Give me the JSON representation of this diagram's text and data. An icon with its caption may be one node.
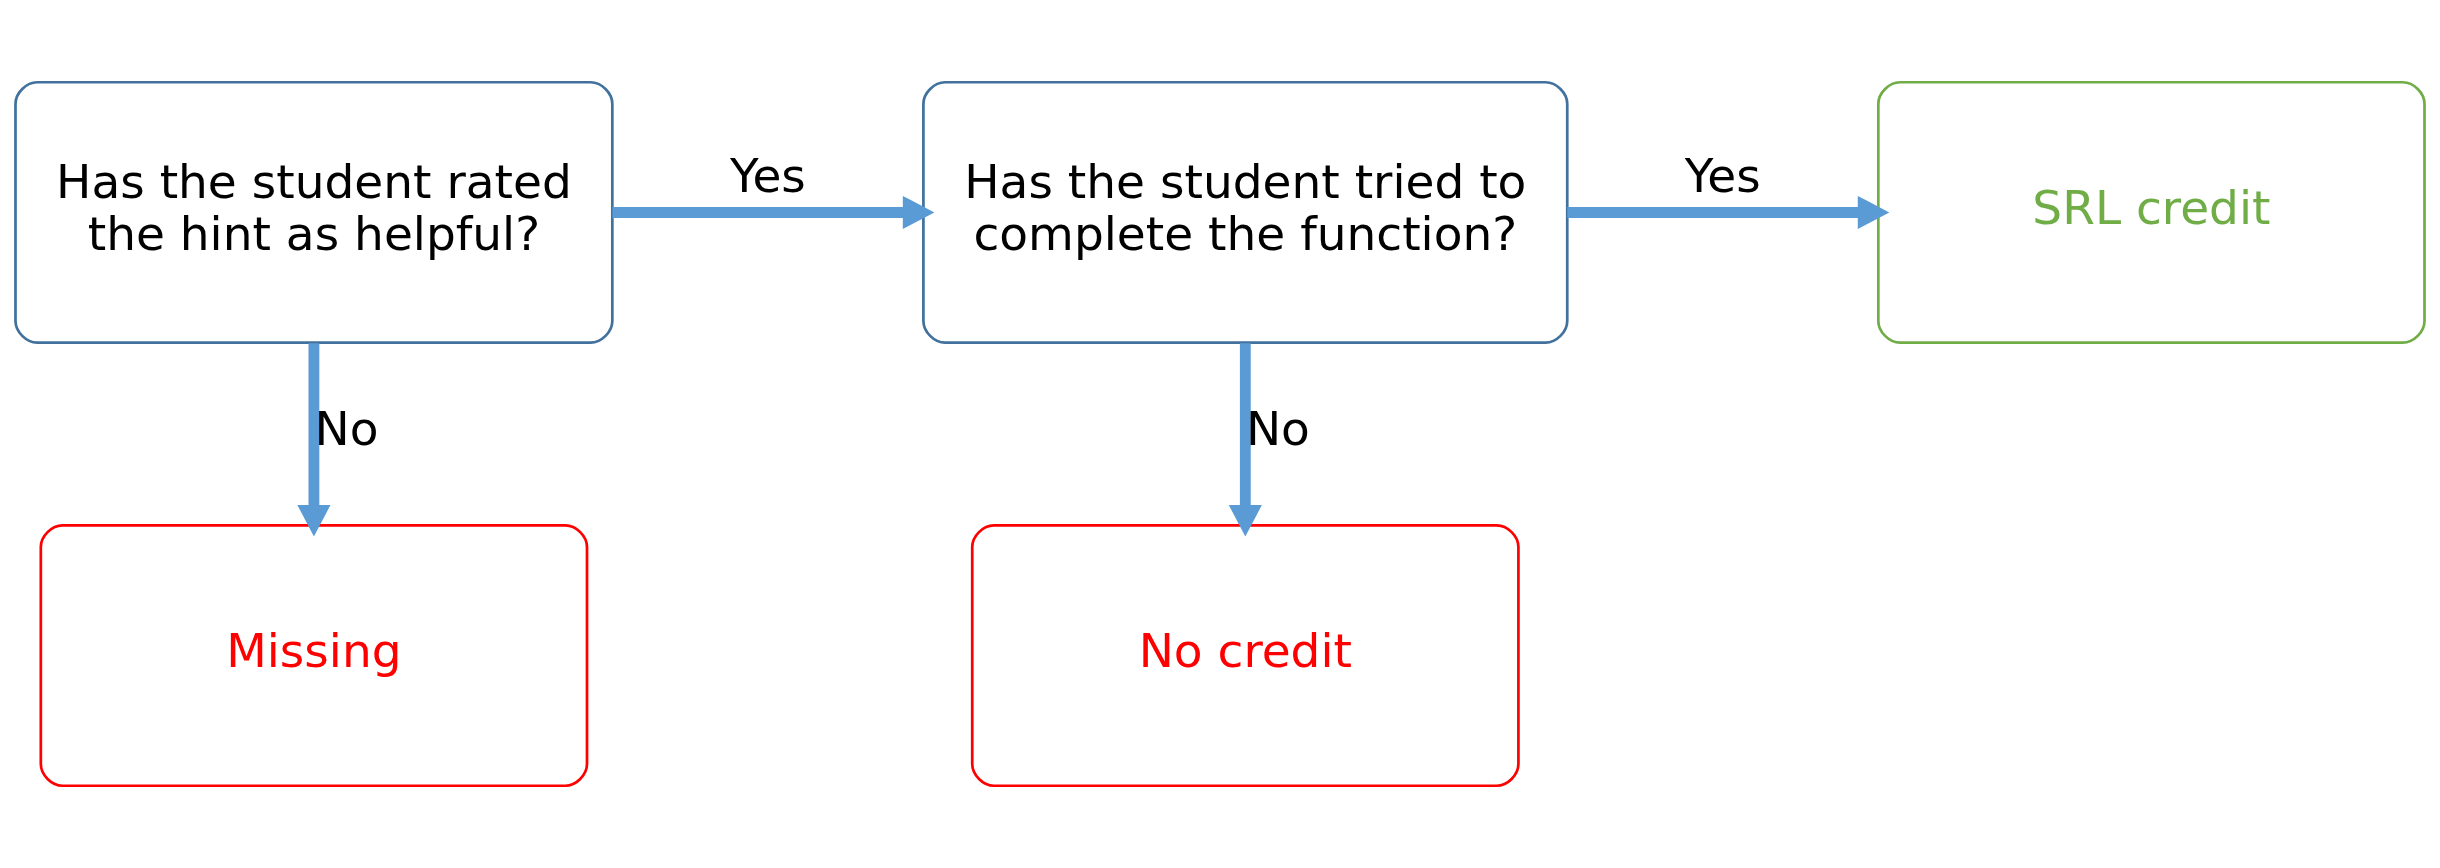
{
  "diagram": {
    "nodes": [
      {
        "text": [
          "Has the student rated the hint as helpful?"
        ]
      },
      {
        "text": [
          "Has the student tried to complete the function?"
        ]
      },
      {
        "text": [
          "SRL credit"
        ]
      },
      {
        "text": [
          "Missing"
        ]
      },
      {
        "text": [
          "No credit"
        ]
      }
    ],
    "edges": [
      {
        "from": 0,
        "to": 1,
        "arrow": "to",
        "label": "Yes"
      },
      {
        "from": 1,
        "to": 2,
        "arrow": "to",
        "label": "Yes"
      },
      {
        "from": 0,
        "to": 3,
        "arrow": "to",
        "label": "No"
      },
      {
        "from": 1,
        "to": 4,
        "arrow": "to",
        "label": "No"
      }
    ]
  }
}
